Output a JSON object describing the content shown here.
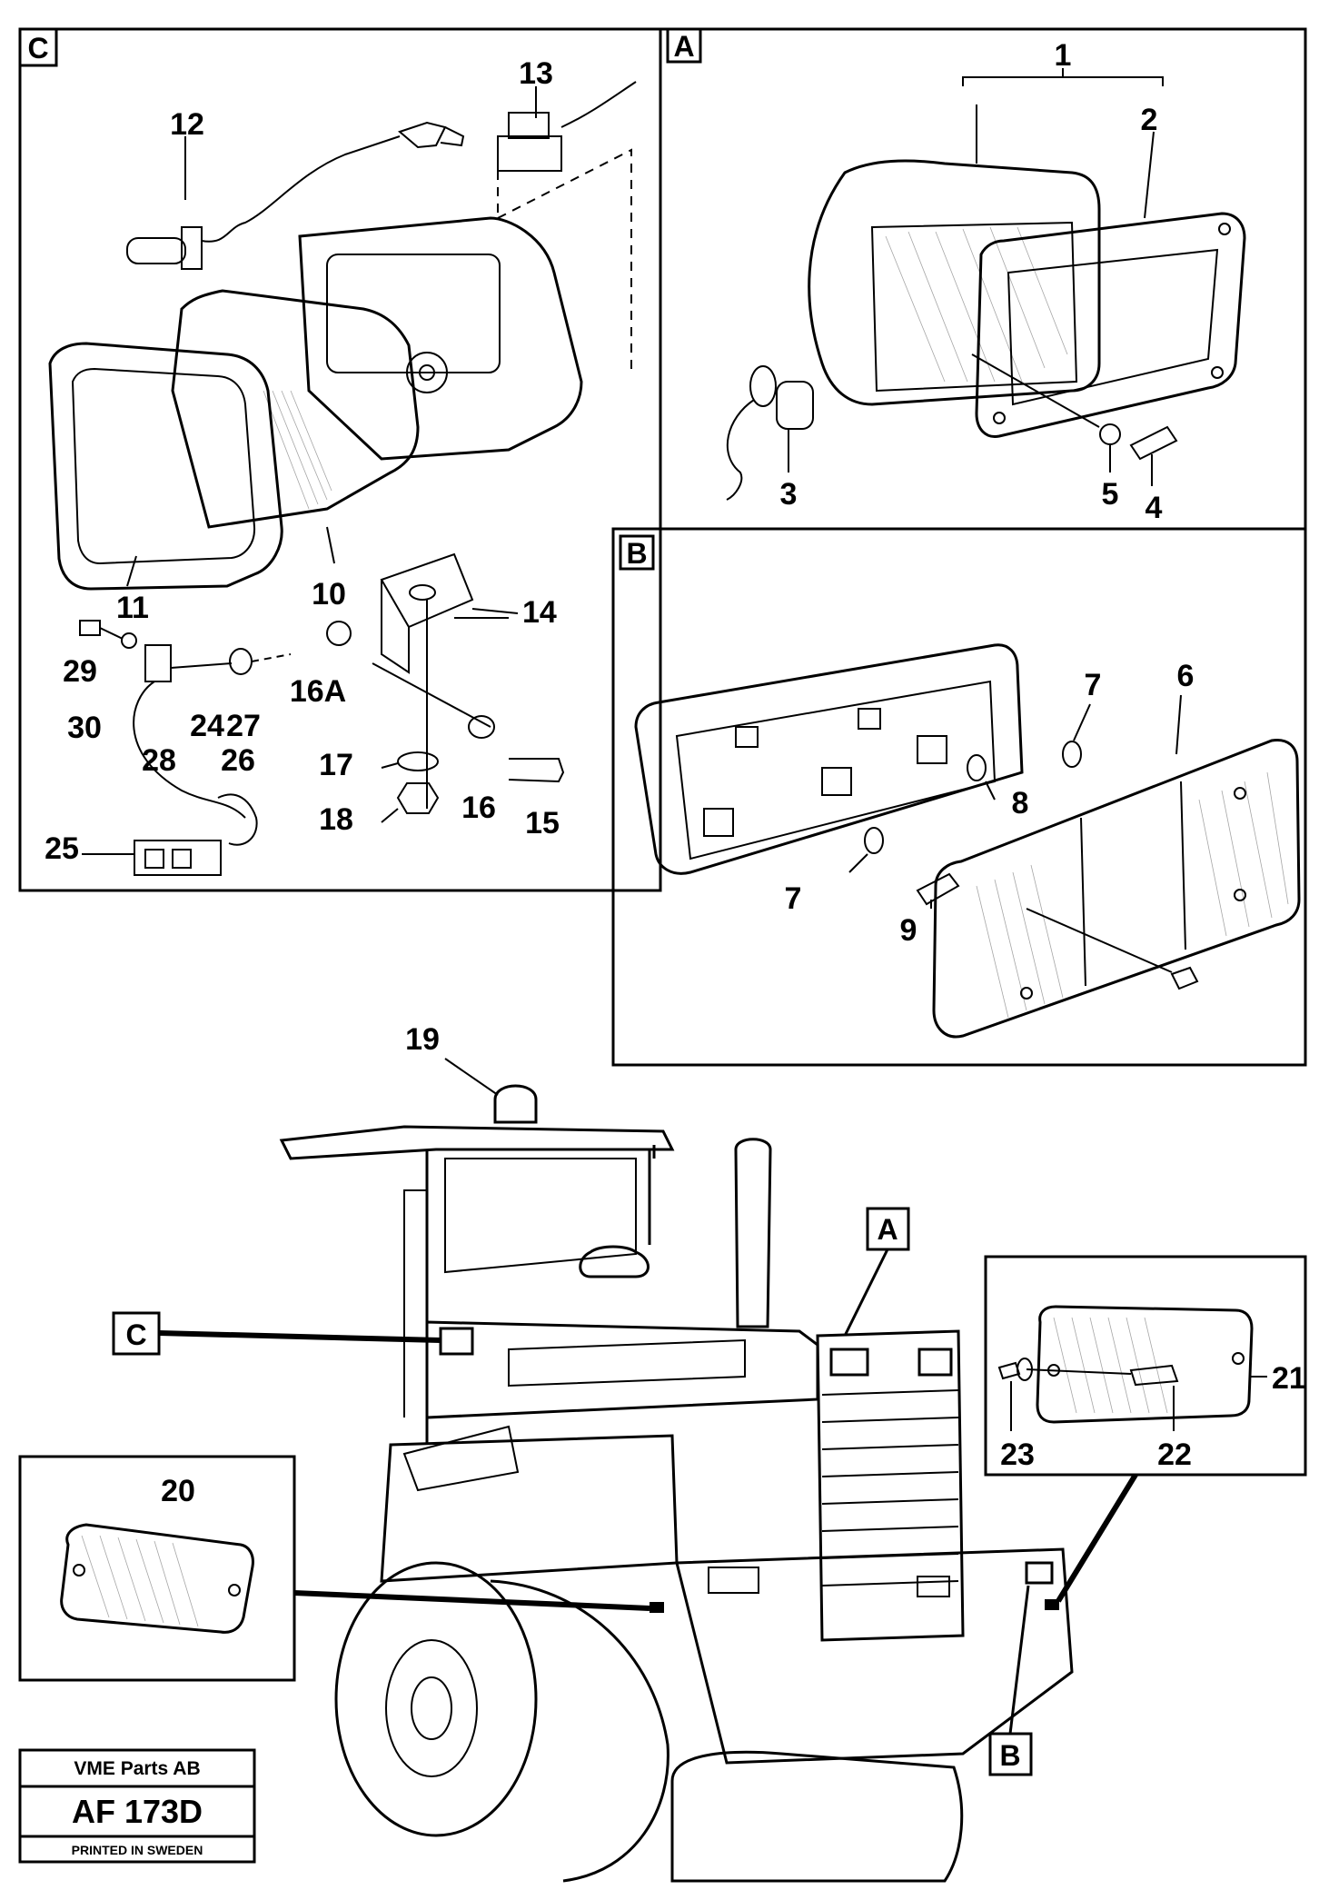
{
  "sections": {
    "c": {
      "letter": "C"
    },
    "a": {
      "letter": "A"
    },
    "b": {
      "letter": "B"
    }
  },
  "vehicle_markers": {
    "a": "A",
    "b": "B",
    "c": "C"
  },
  "callouts": {
    "c1": "1",
    "c2": "2",
    "c3": "3",
    "c4": "4",
    "c5": "5",
    "c6": "6",
    "c7a": "7",
    "c7b": "7",
    "c8": "8",
    "c9": "9",
    "c10": "10",
    "c11": "11",
    "c12": "12",
    "c13": "13",
    "c14": "14",
    "c15": "15",
    "c16": "16",
    "c16a": "16A",
    "c17": "17",
    "c18": "18",
    "c19": "19",
    "c20": "20",
    "c21": "21",
    "c22": "22",
    "c23": "23",
    "c24": "24",
    "c25": "25",
    "c26": "26",
    "c27": "27",
    "c28": "28",
    "c29": "29",
    "c30": "30"
  },
  "footer": {
    "company": "VME Parts AB",
    "code": "AF 173D",
    "printed": "PRINTED IN SWEDEN"
  }
}
